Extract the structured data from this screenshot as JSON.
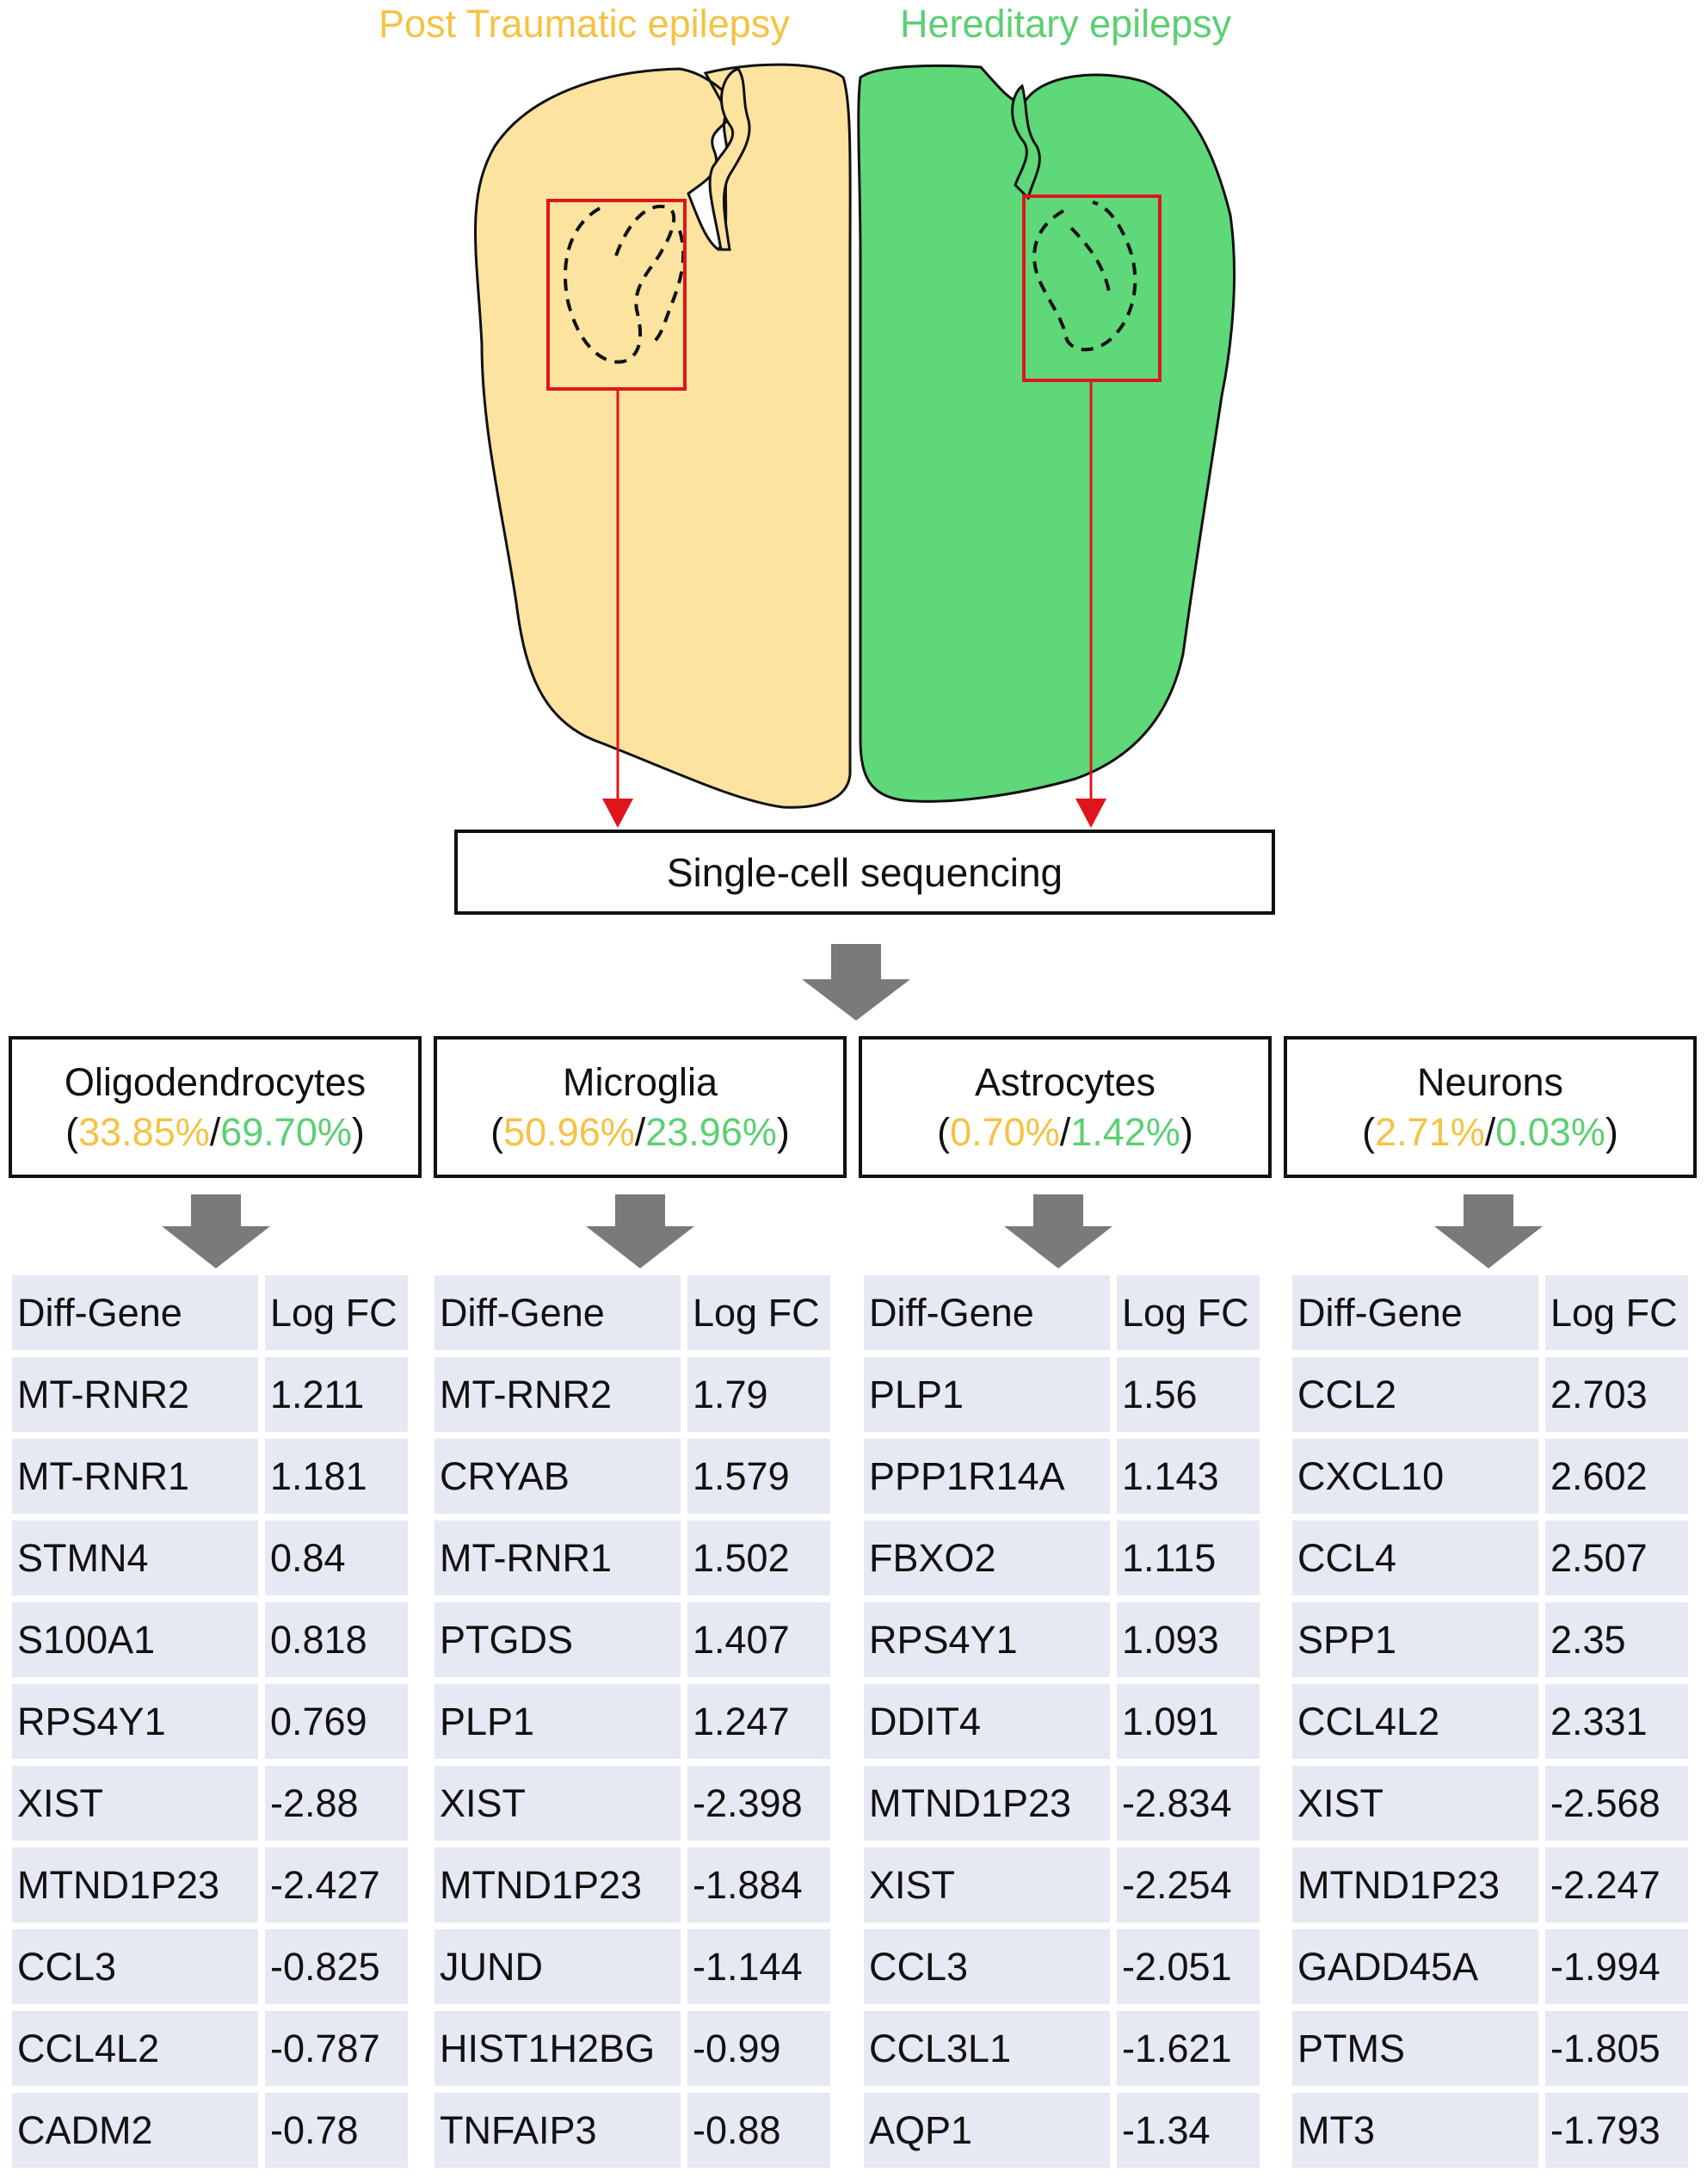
{
  "groups": {
    "left": {
      "label": "Post Traumatic epilepsy",
      "color": "#f5c242"
    },
    "right": {
      "label": "Hereditary epilepsy",
      "color": "#5ccf73"
    }
  },
  "colors": {
    "left_brain": "#fde3a0",
    "right_brain": "#5ed878",
    "roi_box": "#e0151b",
    "arrow": "#7a7a7a",
    "table_cell": "#e6e9f3"
  },
  "sequencing_label": "Single-cell sequencing",
  "cell_types": [
    {
      "name": "Oligodendrocytes",
      "pct_left": "33.85%",
      "pct_right": "69.70%",
      "headers": [
        "Diff-Gene",
        "Log FC"
      ],
      "rows": [
        [
          "MT-RNR2",
          "1.211"
        ],
        [
          "MT-RNR1",
          "1.181"
        ],
        [
          "STMN4",
          "0.84"
        ],
        [
          "S100A1",
          "0.818"
        ],
        [
          "RPS4Y1",
          "0.769"
        ],
        [
          "XIST",
          "-2.88"
        ],
        [
          "MTND1P23",
          "-2.427"
        ],
        [
          "CCL3",
          "-0.825"
        ],
        [
          "CCL4L2",
          "-0.787"
        ],
        [
          "CADM2",
          "-0.78"
        ]
      ]
    },
    {
      "name": "Microglia",
      "pct_left": "50.96%",
      "pct_right": "23.96%",
      "headers": [
        "Diff-Gene",
        "Log FC"
      ],
      "rows": [
        [
          "MT-RNR2",
          "1.79"
        ],
        [
          "CRYAB",
          "1.579"
        ],
        [
          "MT-RNR1",
          "1.502"
        ],
        [
          "PTGDS",
          "1.407"
        ],
        [
          "PLP1",
          "1.247"
        ],
        [
          "XIST",
          "-2.398"
        ],
        [
          "MTND1P23",
          "-1.884"
        ],
        [
          "JUND",
          "-1.144"
        ],
        [
          "HIST1H2BG",
          "-0.99"
        ],
        [
          "TNFAIP3",
          "-0.88"
        ]
      ]
    },
    {
      "name": "Astrocytes",
      "pct_left": "0.70%",
      "pct_right": "1.42%",
      "headers": [
        "Diff-Gene",
        "Log FC"
      ],
      "rows": [
        [
          "PLP1",
          "1.56"
        ],
        [
          "PPP1R14A",
          "1.143"
        ],
        [
          "FBXO2",
          "1.115"
        ],
        [
          "RPS4Y1",
          "1.093"
        ],
        [
          "DDIT4",
          "1.091"
        ],
        [
          "MTND1P23",
          "-2.834"
        ],
        [
          "XIST",
          "-2.254"
        ],
        [
          "CCL3",
          "-2.051"
        ],
        [
          "CCL3L1",
          "-1.621"
        ],
        [
          "AQP1",
          "-1.34"
        ]
      ]
    },
    {
      "name": "Neurons",
      "pct_left": "2.71%",
      "pct_right": "0.03%",
      "headers": [
        "Diff-Gene",
        "Log FC"
      ],
      "rows": [
        [
          "CCL2",
          "2.703"
        ],
        [
          "CXCL10",
          "2.602"
        ],
        [
          "CCL4",
          "2.507"
        ],
        [
          "SPP1",
          "2.35"
        ],
        [
          "CCL4L2",
          "2.331"
        ],
        [
          "XIST",
          "-2.568"
        ],
        [
          "MTND1P23",
          "-2.247"
        ],
        [
          "GADD45A",
          "-1.994"
        ],
        [
          "PTMS",
          "-1.805"
        ],
        [
          "MT3",
          "-1.793"
        ]
      ]
    }
  ]
}
